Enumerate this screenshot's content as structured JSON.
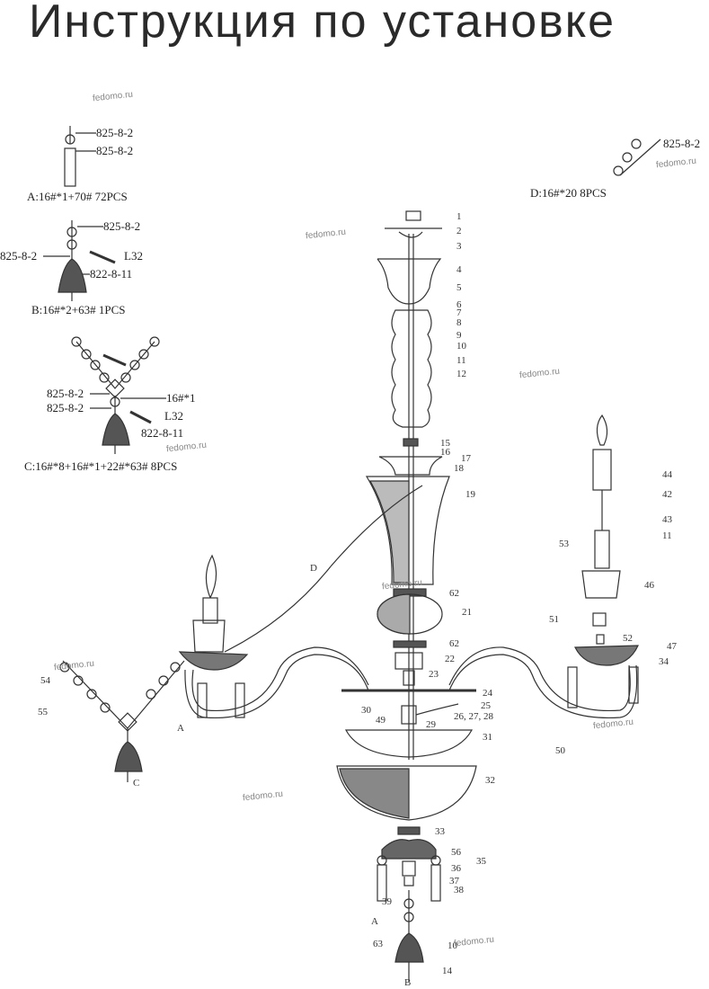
{
  "title": "Инструкция по установке",
  "watermark": "fedomo.ru",
  "kits": {
    "a": {
      "l1": "825-8-2",
      "l2": "825-8-2",
      "caption": "A:16#*1+70#  72PCS"
    },
    "b": {
      "l1": "825-8-2",
      "l2": "825-8-2",
      "l3": "L32",
      "l4": "822-8-11",
      "caption": "B:16#*2+63#  1PCS"
    },
    "c": {
      "l1": "825-8-2",
      "l2": "16#*1",
      "l3": "825-8-2",
      "l4": "L32",
      "l5": "822-8-11",
      "caption": "C:16#*8+16#*1+22#*63#  8PCS"
    },
    "d": {
      "l1": "825-8-2",
      "caption": "D:16#*20  8PCS"
    }
  },
  "parts": [
    "1",
    "2",
    "3",
    "4",
    "5",
    "6",
    "7",
    "8",
    "9",
    "10",
    "11",
    "12",
    "15",
    "16",
    "17",
    "18",
    "19",
    "62",
    "21",
    "62",
    "22",
    "23",
    "24",
    "25",
    "26, 27, 28",
    "29",
    "30",
    "49",
    "31",
    "32",
    "33",
    "56",
    "35",
    "36",
    "37",
    "38",
    "39",
    "A",
    "63",
    "10",
    "14",
    "B"
  ],
  "right_parts": [
    "44",
    "42",
    "43",
    "53",
    "11",
    "46",
    "51",
    "52",
    "47",
    "34",
    "50"
  ],
  "left_parts": [
    "54",
    "55",
    "A",
    "C",
    "D"
  ]
}
